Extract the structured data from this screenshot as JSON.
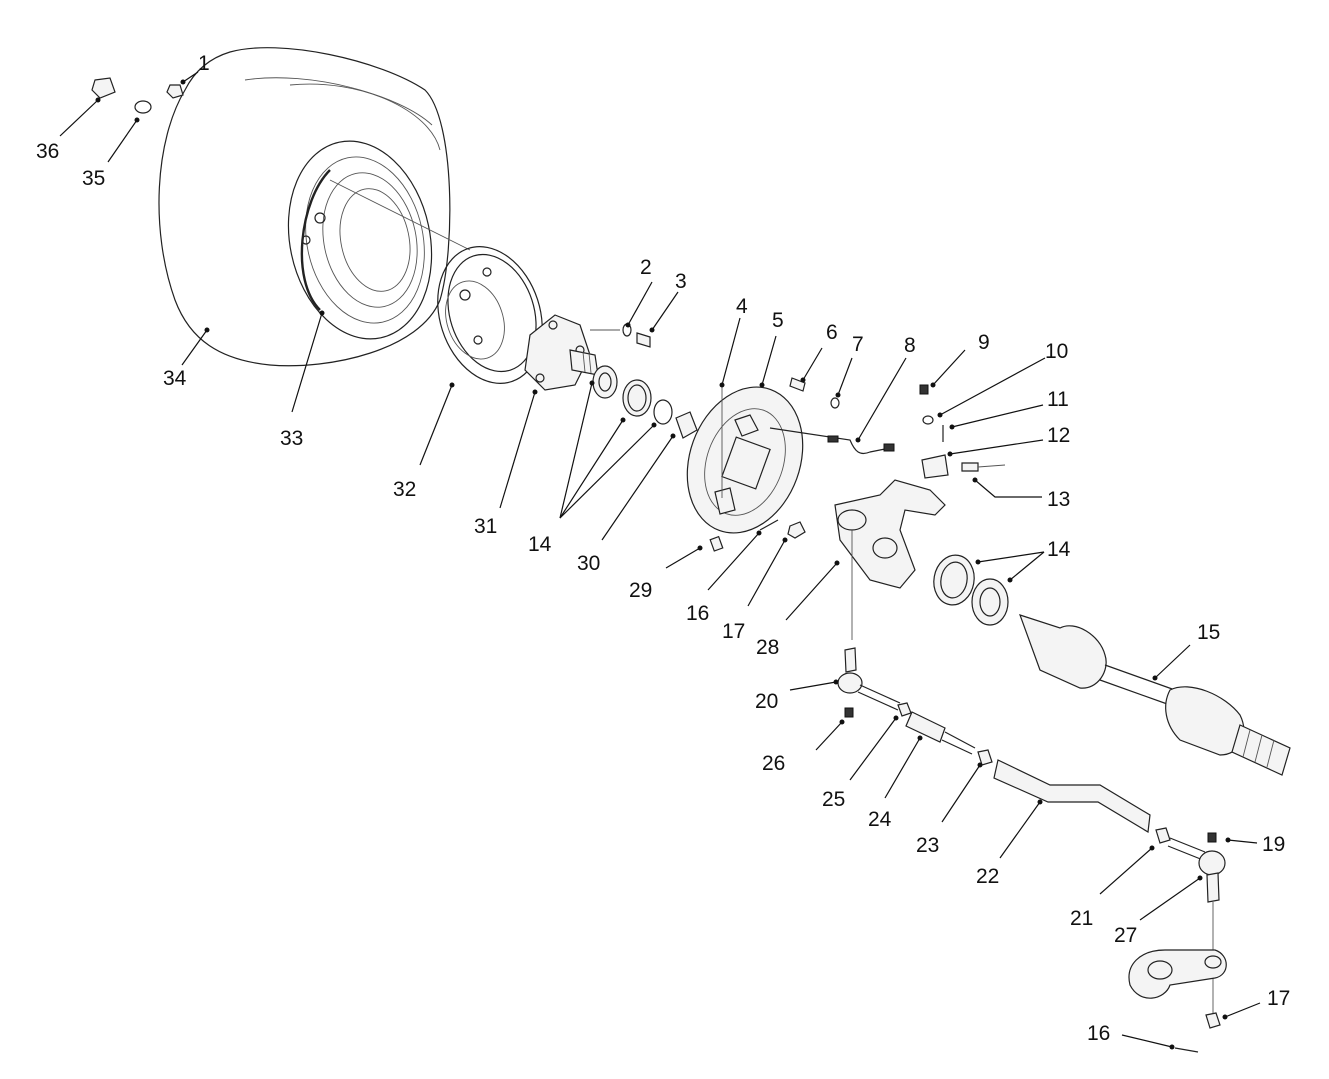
{
  "callouts": {
    "c1": "1",
    "c2": "2",
    "c3": "3",
    "c4": "4",
    "c5": "5",
    "c6": "6",
    "c7": "7",
    "c8": "8",
    "c9": "9",
    "c10": "10",
    "c11": "11",
    "c12": "12",
    "c13": "13",
    "c14a": "14",
    "c14b": "14",
    "c15": "15",
    "c16a": "16",
    "c16b": "16",
    "c17a": "17",
    "c17b": "17",
    "c19": "19",
    "c20": "20",
    "c21": "21",
    "c22": "22",
    "c23": "23",
    "c24": "24",
    "c25": "25",
    "c26": "26",
    "c27": "27",
    "c28": "28",
    "c29": "29",
    "c30": "30",
    "c31": "31",
    "c32": "32",
    "c33": "33",
    "c34": "34",
    "c35": "35",
    "c36": "36"
  }
}
